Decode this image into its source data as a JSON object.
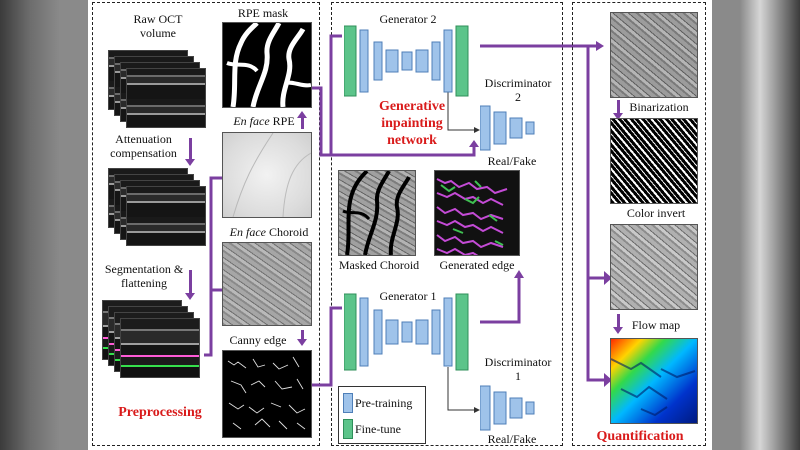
{
  "preprocessing": {
    "raw_oct_label": "Raw OCT\nvolume",
    "attenuation_label": "Attenuation\ncompensation",
    "segmentation_label": "Segmentation &\nflattening",
    "title": "Preprocessing",
    "rpe_mask_label": "RPE mask",
    "enface_rpe_label_italic": "En face",
    "enface_rpe_label_rest": " RPE",
    "enface_choroid_label_italic": "En face",
    "enface_choroid_label_rest": " Choroid",
    "canny_label": "Canny edge"
  },
  "network": {
    "title": "Generative\ninpainting\nnetwork",
    "generator2_label": "Generator 2",
    "discriminator2_label": "Discriminator\n2",
    "real_fake_2": "Real/Fake",
    "masked_choroid_label": "Masked Choroid",
    "generated_edge_label": "Generated edge",
    "generator1_label": "Generator 1",
    "discriminator1_label": "Discriminator\n1",
    "real_fake_1": "Real/Fake",
    "legend": {
      "pretraining": "Pre-training",
      "finetune": "Fine-tune"
    }
  },
  "quantification": {
    "binarization_label": "Binarization",
    "color_invert_label": "Color invert",
    "flow_map_label": "Flow map",
    "title": "Quantification"
  },
  "colors": {
    "arrow": "#7b3fa0",
    "title_red": "#d91b1b",
    "pretraining_blue": "#9fc3ea",
    "finetune_green": "#5cc48a"
  }
}
